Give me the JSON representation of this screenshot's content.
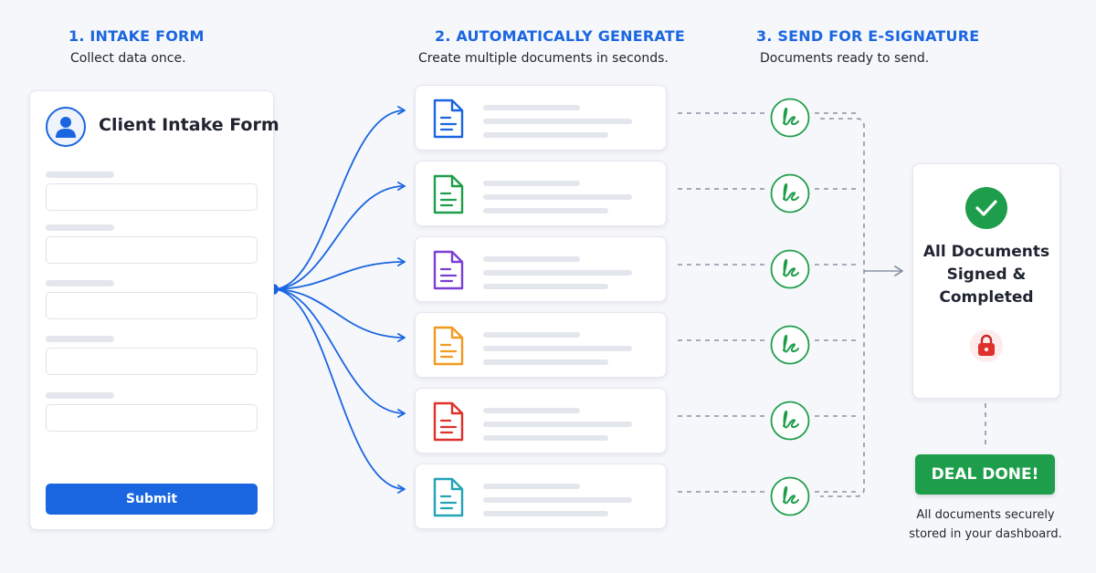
{
  "steps": [
    {
      "title": "1. INTAKE FORM",
      "subtitle": "Collect data once."
    },
    {
      "title": "2. AUTOMATICALLY GENERATE",
      "subtitle": "Create multiple documents in seconds."
    },
    {
      "title": "3. SEND FOR E-SIGNATURE",
      "subtitle": "Documents ready to send."
    }
  ],
  "form": {
    "title": "Client Intake Form",
    "submit_label": "Submit"
  },
  "documents": [
    {
      "icon": "document-icon",
      "color": "#1a66e0"
    },
    {
      "icon": "document-icon",
      "color": "#1e9e4a"
    },
    {
      "icon": "document-icon",
      "color": "#7b3fd4"
    },
    {
      "icon": "document-icon",
      "color": "#f29a1f"
    },
    {
      "icon": "document-icon",
      "color": "#e0302b"
    },
    {
      "icon": "document-icon",
      "color": "#22a3b6"
    }
  ],
  "signature": {
    "icon": "signature-icon",
    "color": "#1e9e4a"
  },
  "completion": {
    "lines": [
      "All Documents",
      "Signed &",
      "Completed"
    ],
    "status_icon": "check-icon",
    "lock_icon": "lock-icon"
  },
  "deal": {
    "label": "DEAL DONE!",
    "note_line1": "All documents securely",
    "note_line2": "stored in your dashboard."
  },
  "colors": {
    "accent": "#1a66e0",
    "success": "#1e9e4a",
    "connector": "#8a93a3"
  }
}
